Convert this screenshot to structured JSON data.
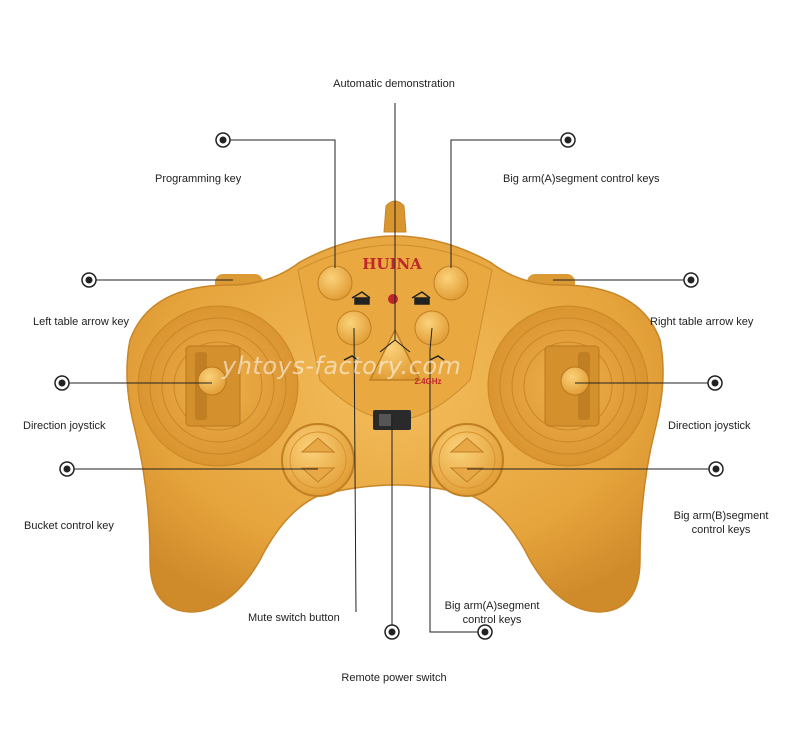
{
  "colors": {
    "body": "#e6a43c",
    "body_dark": "#cf8a2a",
    "body_light": "#f0b552",
    "line": "#222222",
    "accent_red": "#c0272d"
  },
  "brand": "HUINA",
  "watermark": "yhtoys-factory.com",
  "badge_text": "2.4GHz",
  "labels": {
    "automatic_demonstration": "Automatic demonstration",
    "programming_key": "Programming key",
    "big_arm_a_top": "Big arm(A)segment control keys",
    "left_table_arrow_key": "Left table arrow key",
    "right_table_arrow_key": "Right table arrow key",
    "direction_joystick_left": "Direction joystick",
    "direction_joystick_right": "Direction joystick",
    "bucket_control_key": "Bucket control key",
    "big_arm_b_line1": "Big arm(B)segment",
    "big_arm_b_line2": "control keys",
    "mute_switch_button": "Mute switch button",
    "big_arm_a_bottom_line1": "Big arm(A)segment",
    "big_arm_a_bottom_line2": "control keys",
    "remote_power_switch": "Remote power switch"
  },
  "icons": [
    "bullet-marker-icon",
    "excavator-icon",
    "arrow-up-icon",
    "arrow-down-icon"
  ]
}
